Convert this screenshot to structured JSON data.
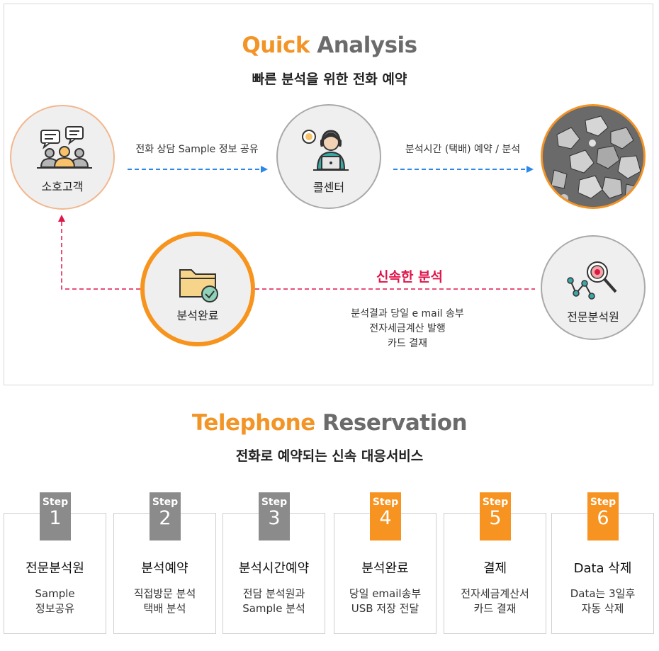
{
  "quick": {
    "title_highlight": "Quick",
    "title_rest": "Analysis",
    "subtitle": "빠른 분석을 위한 전화 예약",
    "nodes": {
      "customer": "소호고객",
      "callcenter": "콜센터",
      "complete": "분석완료",
      "expert": "전문분석원"
    },
    "edges": {
      "customer_to_call": "전화 상담 Sample 정보 공유",
      "call_to_analysis": "분석시간 (택배) 예약 / 분석",
      "fast_analysis": "신속한 분석"
    },
    "notes": [
      "분석결과 당일 e mail 송부",
      "전자세금계산 발행",
      "카드 결재"
    ]
  },
  "telephone": {
    "title_highlight": "Telephone",
    "title_rest": "Reservation",
    "subtitle": "전화로 예약되는 신속 대응서비스",
    "step_word": "Step",
    "steps": [
      {
        "num": "1",
        "title": "전문분석원",
        "desc1": "Sample",
        "desc2": "정보공유"
      },
      {
        "num": "2",
        "title": "분석예약",
        "desc1": "직접방문 분석",
        "desc2": "택배 분석"
      },
      {
        "num": "3",
        "title": "분석시간예약",
        "desc1": "전담 분석원과",
        "desc2": "Sample 분석"
      },
      {
        "num": "4",
        "title": "분석완료",
        "desc1": "당일 email송부",
        "desc2": "USB 저장 전달"
      },
      {
        "num": "5",
        "title": "결제",
        "desc1": "전자세금계산서",
        "desc2": "카드 결재"
      },
      {
        "num": "6",
        "title": "Data 삭제",
        "desc1": "Data는 3일후",
        "desc2": "자동 삭제"
      }
    ]
  },
  "colors": {
    "orange": "#f39427",
    "gray": "#6b6b6b",
    "red": "#e0154a",
    "blue": "#2b88e8"
  }
}
